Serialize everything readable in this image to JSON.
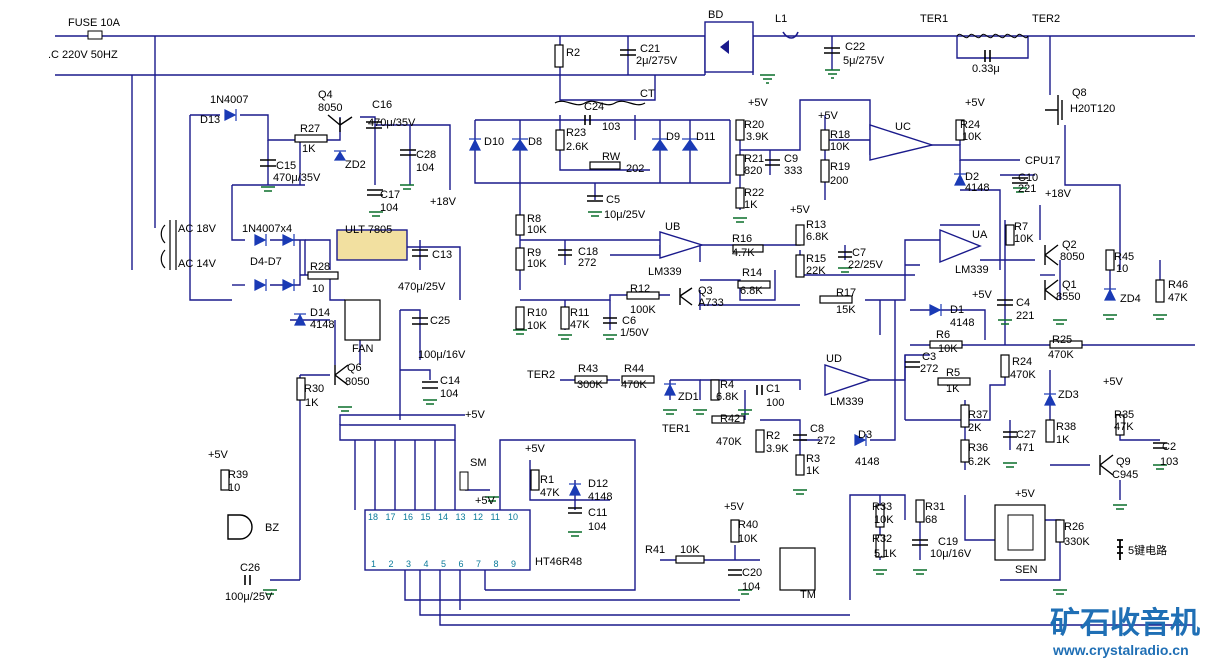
{
  "colors": {
    "wire": "#1a1a8c",
    "ground": "#0a6e2a",
    "part": "#000000",
    "ic_fill": "#f2e0a0",
    "watermark": "#1f6fb5"
  },
  "mains": {
    "fuse": "FUSE 10A",
    "supply": ".C  220V  50HZ"
  },
  "labels": {
    "r2": "R2",
    "c21": "C21",
    "c21v": "2μ/275V",
    "bd": "BD",
    "l1": "L1",
    "c22": "C22",
    "c22v": "5μ/275V",
    "ter1": "TER1",
    "ter2": "TER2",
    "c033": "0.33μ",
    "q8": "Q8",
    "q8v": "H20T120",
    "d13": "D13",
    "in4007": "1N4007",
    "q4": "Q4",
    "q4v": "8050",
    "c16": "C16",
    "c16v": "470μ/35V",
    "r27": "R27",
    "r27v": "1K",
    "zd2": "ZD2",
    "c15": "C15",
    "c15v": "470μ/35V",
    "c28": "C28",
    "c28v": "104",
    "c17": "C17",
    "c17v": "104",
    "p18v": "+18V",
    "ct": "CT",
    "c24": "C24",
    "c24v": "103",
    "d10": "D10",
    "d8": "D8",
    "r23": "R23",
    "r23v": "2.6K",
    "rw": "RW",
    "rwv": "202",
    "d9": "D9",
    "d11": "D11",
    "c5": "C5",
    "c5v": "10μ/25V",
    "p5v": "+5V",
    "r20": "R20",
    "r20v": "3.9K",
    "r21": "R21",
    "r21v": "820",
    "c9": "C9",
    "c9v": "333",
    "r22": "R22",
    "r22v": "1K",
    "r18": "R18",
    "r18v": "10K",
    "r19": "R19",
    "r19v": "200",
    "uc": "UC",
    "r24t": "R24",
    "r24tv": "10K",
    "cpu17": "CPU17",
    "d2": "D2",
    "d2v": "4148",
    "c10": "C10",
    "c10v": "221",
    "p18v2": "+18V",
    "ac18": "AC 18V",
    "ac14": "AC 14V",
    "bridge1": "1N4007x4",
    "d4d7": "D4-D7",
    "ult": "ULT  7805",
    "c13": "C13",
    "c13v": "470μ/25V",
    "r28": "R28",
    "r28v": "10",
    "d14": "D14",
    "d14v": "4148",
    "fan": "FAN",
    "c25": "C25",
    "c25v": "100μ/16V",
    "q6": "Q6",
    "q6v": "8050",
    "r30": "R30",
    "r30v": "1K",
    "c14": "C14",
    "c14v": "104",
    "r8": "R8",
    "r8v": "10K",
    "r9": "R9",
    "r9v": "10K",
    "c18": "C18",
    "c18v": "272",
    "ub": "UB",
    "lm339a": "LM339",
    "r16": "R16",
    "r16v": "4.7K",
    "r13": "R13",
    "r13v": "6.8K",
    "r15": "R15",
    "r15v": "22K",
    "c7": "C7",
    "c7v": "22/25V",
    "r14": "R14",
    "r14v": "6.8K",
    "r17": "R17",
    "r17v": "15K",
    "r10": "R10",
    "r10v": "10K",
    "r11": "R11",
    "r11v": "47K",
    "c6": "C6",
    "c6v": "1/50V",
    "r12": "R12",
    "r12v": "100K",
    "q3": "Q3",
    "q3v": "A733",
    "ua": "UA",
    "lm339b": "LM339",
    "r7": "R7",
    "r7v": "10K",
    "q2": "Q2",
    "q2v": "8050",
    "q1": "Q1",
    "q1v": "8550",
    "r45": "R45",
    "r45v": "10",
    "zd4": "ZD4",
    "r46": "R46",
    "r46v": "47K",
    "d1": "D1",
    "d1v": "4148",
    "c4": "C4",
    "c4v": "221",
    "r6": "R6",
    "r6v": "10K",
    "r25": "R25",
    "r25v": "470K",
    "r24b": "R24",
    "r24bv": "470K",
    "zd3": "ZD3",
    "ter2b": "TER2",
    "r43": "R43",
    "r43v": "300K",
    "r44": "R44",
    "r44v": "470K",
    "zd1": "ZD1",
    "r4": "R4",
    "r4v": "6.8K",
    "c1": "C1",
    "c1v": "100",
    "ud": "UD",
    "lm339c": "LM339",
    "c3": "C3",
    "c3v": "272",
    "r5": "R5",
    "r5v": "1K",
    "ter1b": "TER1",
    "r42": "R42",
    "r42v": "470K",
    "r2b": "R2",
    "r2bv": "3.9K",
    "r3": "R3",
    "r3v": "1K",
    "c8": "C8",
    "c8v": "272",
    "d3": "D3",
    "d3v": "4148",
    "r37": "R37",
    "r37v": "2K",
    "r36": "R36",
    "r36v": "6.2K",
    "c27": "C27",
    "c27v": "471",
    "r38": "R38",
    "r38v": "1K",
    "r35": "R35",
    "r35v": "47K",
    "c2": "C2",
    "c2v": "103",
    "q9": "Q9",
    "q9v": "C945",
    "r39": "R39",
    "r39v": "10",
    "bz": "BZ",
    "c26": "C26",
    "c26v": "100μ/25V",
    "r1": "R1",
    "r1v": "47K",
    "d12": "D12",
    "d12v": "4148",
    "c11": "C11",
    "c11v": "104",
    "ht": "HT46R48",
    "r41": "R41",
    "r41v": "10K",
    "r40": "R40",
    "r40v": "10K",
    "c20": "C20",
    "c20v": "104",
    "tm": "TM",
    "r33": "R33",
    "r33v": "10K",
    "r32": "R32",
    "r32v": "5.1K",
    "r31": "R31",
    "r31v": "68",
    "c19": "C19",
    "c19v": "10μ/16V",
    "sen": "SEN",
    "r26": "R26",
    "r26v": "330K",
    "key": "5键电路",
    "sm": "SM"
  },
  "mcu_pins": {
    "top": [
      "18",
      "17",
      "16",
      "15",
      "14",
      "13",
      "12",
      "11",
      "10"
    ],
    "bottom": [
      "1",
      "2",
      "3",
      "4",
      "5",
      "6",
      "7",
      "8",
      "9"
    ]
  },
  "watermark": {
    "title": "矿石收音机",
    "url": "www.crystalradio.cn"
  }
}
